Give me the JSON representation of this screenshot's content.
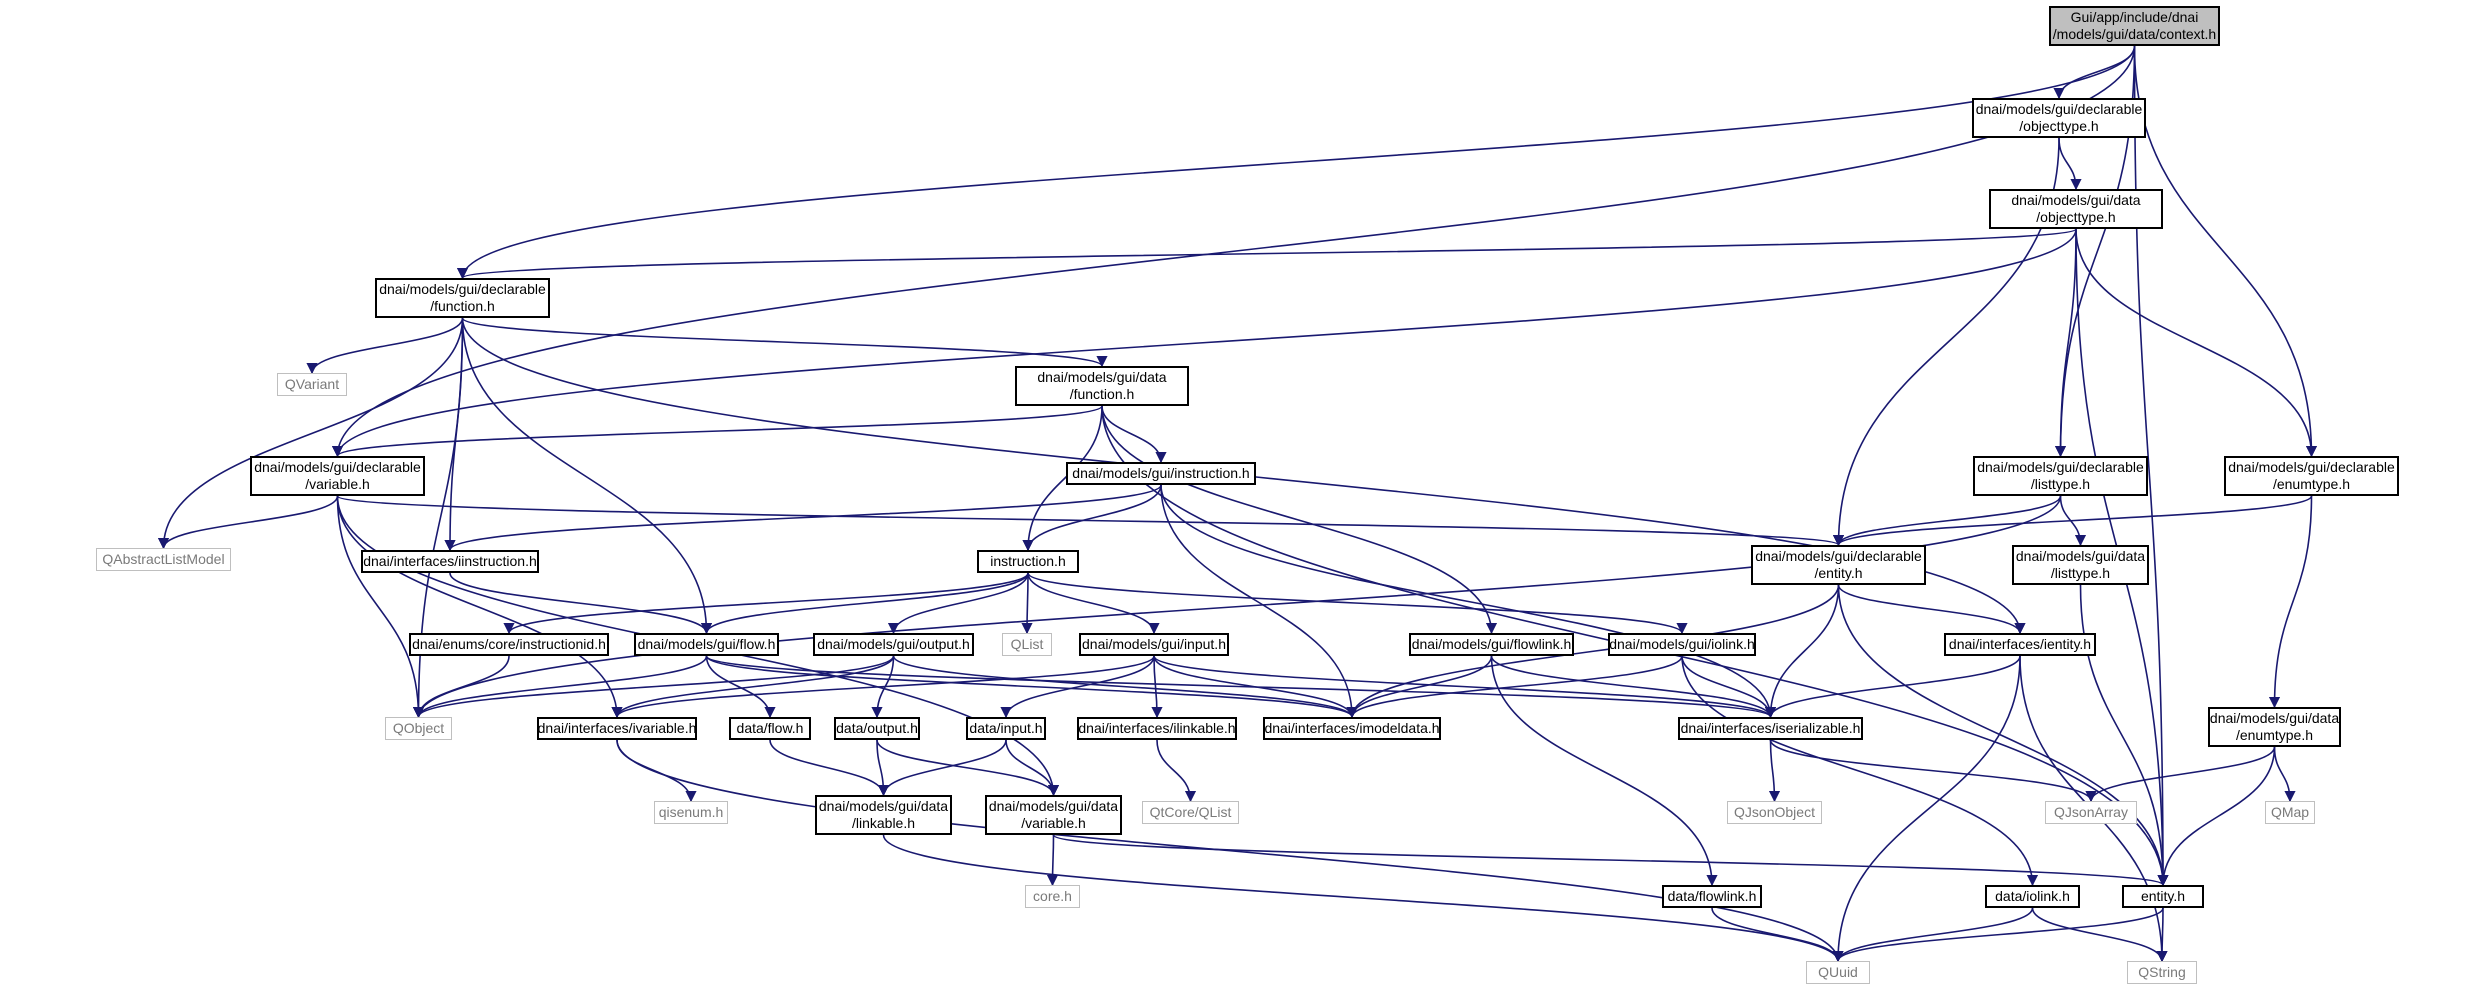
{
  "graph": {
    "edge_color": "#191970",
    "node_fill_root": "#bfbfbf",
    "node_border": "#000000",
    "external_border": "#bfbfbf",
    "external_text": "#7a7a7a",
    "nodes": [
      {
        "id": "context",
        "lines": [
          "Gui/app/include/dnai",
          "/models/gui/data/context.h"
        ],
        "kind": "root"
      },
      {
        "id": "decl_objecttype",
        "lines": [
          "dnai/models/gui/declarable",
          "/objecttype.h"
        ],
        "kind": "doc"
      },
      {
        "id": "data_objecttype",
        "lines": [
          "dnai/models/gui/data",
          "/objecttype.h"
        ],
        "kind": "doc"
      },
      {
        "id": "decl_function",
        "lines": [
          "dnai/models/gui/declarable",
          "/function.h"
        ],
        "kind": "doc"
      },
      {
        "id": "qvariant",
        "lines": [
          "QVariant"
        ],
        "kind": "ext"
      },
      {
        "id": "data_function",
        "lines": [
          "dnai/models/gui/data",
          "/function.h"
        ],
        "kind": "doc"
      },
      {
        "id": "decl_variable",
        "lines": [
          "dnai/models/gui/declarable",
          "/variable.h"
        ],
        "kind": "doc"
      },
      {
        "id": "qabstractlistmodel",
        "lines": [
          "QAbstractListModel"
        ],
        "kind": "ext"
      },
      {
        "id": "instruction_full",
        "lines": [
          "dnai/models/gui/instruction.h"
        ],
        "kind": "doc"
      },
      {
        "id": "decl_listtype",
        "lines": [
          "dnai/models/gui/declarable",
          "/listtype.h"
        ],
        "kind": "doc"
      },
      {
        "id": "decl_enumtype",
        "lines": [
          "dnai/models/gui/declarable",
          "/enumtype.h"
        ],
        "kind": "doc"
      },
      {
        "id": "iinstruction",
        "lines": [
          "dnai/interfaces/iinstruction.h"
        ],
        "kind": "doc"
      },
      {
        "id": "instruction",
        "lines": [
          "instruction.h"
        ],
        "kind": "doc"
      },
      {
        "id": "decl_entity",
        "lines": [
          "dnai/models/gui/declarable",
          "/entity.h"
        ],
        "kind": "doc"
      },
      {
        "id": "data_listtype",
        "lines": [
          "dnai/models/gui/data",
          "/listtype.h"
        ],
        "kind": "doc"
      },
      {
        "id": "instructionid",
        "lines": [
          "dnai/enums/core/instructionid.h"
        ],
        "kind": "doc"
      },
      {
        "id": "flow",
        "lines": [
          "dnai/models/gui/flow.h"
        ],
        "kind": "doc"
      },
      {
        "id": "output",
        "lines": [
          "dnai/models/gui/output.h"
        ],
        "kind": "doc"
      },
      {
        "id": "qlist",
        "lines": [
          "QList"
        ],
        "kind": "ext"
      },
      {
        "id": "input",
        "lines": [
          "dnai/models/gui/input.h"
        ],
        "kind": "doc"
      },
      {
        "id": "flowlink",
        "lines": [
          "dnai/models/gui/flowlink.h"
        ],
        "kind": "doc"
      },
      {
        "id": "iolink",
        "lines": [
          "dnai/models/gui/iolink.h"
        ],
        "kind": "doc"
      },
      {
        "id": "ientity",
        "lines": [
          "dnai/interfaces/ientity.h"
        ],
        "kind": "doc"
      },
      {
        "id": "qobject",
        "lines": [
          "QObject"
        ],
        "kind": "ext"
      },
      {
        "id": "ivariable",
        "lines": [
          "dnai/interfaces/ivariable.h"
        ],
        "kind": "doc"
      },
      {
        "id": "data_flow",
        "lines": [
          "data/flow.h"
        ],
        "kind": "doc"
      },
      {
        "id": "data_output",
        "lines": [
          "data/output.h"
        ],
        "kind": "doc"
      },
      {
        "id": "data_input",
        "lines": [
          "data/input.h"
        ],
        "kind": "doc"
      },
      {
        "id": "ilinkable",
        "lines": [
          "dnai/interfaces/ilinkable.h"
        ],
        "kind": "doc"
      },
      {
        "id": "imodeldata",
        "lines": [
          "dnai/interfaces/imodeldata.h"
        ],
        "kind": "doc"
      },
      {
        "id": "iserializable",
        "lines": [
          "dnai/interfaces/iserializable.h"
        ],
        "kind": "doc"
      },
      {
        "id": "data_enumtype",
        "lines": [
          "dnai/models/gui/data",
          "/enumtype.h"
        ],
        "kind": "doc"
      },
      {
        "id": "qisenum",
        "lines": [
          "qisenum.h"
        ],
        "kind": "ext"
      },
      {
        "id": "data_linkable",
        "lines": [
          "dnai/models/gui/data",
          "/linkable.h"
        ],
        "kind": "doc"
      },
      {
        "id": "data_variable",
        "lines": [
          "dnai/models/gui/data",
          "/variable.h"
        ],
        "kind": "doc"
      },
      {
        "id": "qtcore_qlist",
        "lines": [
          "QtCore/QList"
        ],
        "kind": "ext"
      },
      {
        "id": "qjsonobject",
        "lines": [
          "QJsonObject"
        ],
        "kind": "ext"
      },
      {
        "id": "qjsonarray",
        "lines": [
          "QJsonArray"
        ],
        "kind": "ext"
      },
      {
        "id": "qmap",
        "lines": [
          "QMap"
        ],
        "kind": "ext"
      },
      {
        "id": "core",
        "lines": [
          "core.h"
        ],
        "kind": "ext"
      },
      {
        "id": "data_flowlink",
        "lines": [
          "data/flowlink.h"
        ],
        "kind": "doc"
      },
      {
        "id": "data_iolink",
        "lines": [
          "data/iolink.h"
        ],
        "kind": "doc"
      },
      {
        "id": "entity",
        "lines": [
          "entity.h"
        ],
        "kind": "doc"
      },
      {
        "id": "quuid",
        "lines": [
          "QUuid"
        ],
        "kind": "ext"
      },
      {
        "id": "qstring",
        "lines": [
          "QString"
        ],
        "kind": "ext"
      }
    ]
  }
}
